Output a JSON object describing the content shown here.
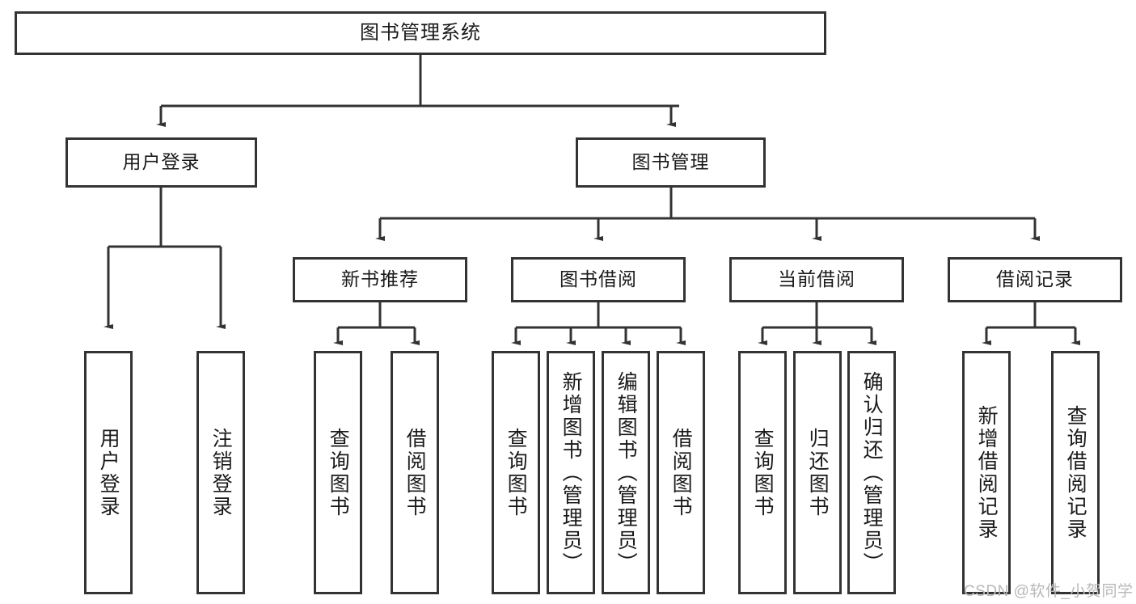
{
  "diagram": {
    "title": "图书管理系统",
    "type": "hierarchy-tree",
    "line_color": "#333333",
    "box_fill": "#ffffff",
    "text_color": "#1a1a1a",
    "levels": {
      "root": {
        "label": "图书管理系统"
      },
      "level2": [
        {
          "label": "用户登录"
        },
        {
          "label": "图书管理"
        }
      ],
      "level3": [
        {
          "label": "新书推荐"
        },
        {
          "label": "图书借阅"
        },
        {
          "label": "当前借阅"
        },
        {
          "label": "借阅记录"
        }
      ],
      "leaves": {
        "user_login": [
          {
            "label": "用户登录"
          },
          {
            "label": "注销登录"
          }
        ],
        "new_book_recommend": [
          {
            "label": "查询图书"
          },
          {
            "label": "借阅图书"
          }
        ],
        "book_borrow": [
          {
            "label": "查询图书"
          },
          {
            "label": "新增图书（管理员）"
          },
          {
            "label": "编辑图书（管理员）"
          },
          {
            "label": "借阅图书"
          }
        ],
        "current_borrow": [
          {
            "label": "查询图书"
          },
          {
            "label": "归还图书"
          },
          {
            "label": "确认归还（管理员）"
          }
        ],
        "borrow_records": [
          {
            "label": "新增借阅记录"
          },
          {
            "label": "查询借阅记录"
          }
        ]
      }
    }
  },
  "watermark": {
    "text": "CSDN @软件_小贺同学"
  }
}
